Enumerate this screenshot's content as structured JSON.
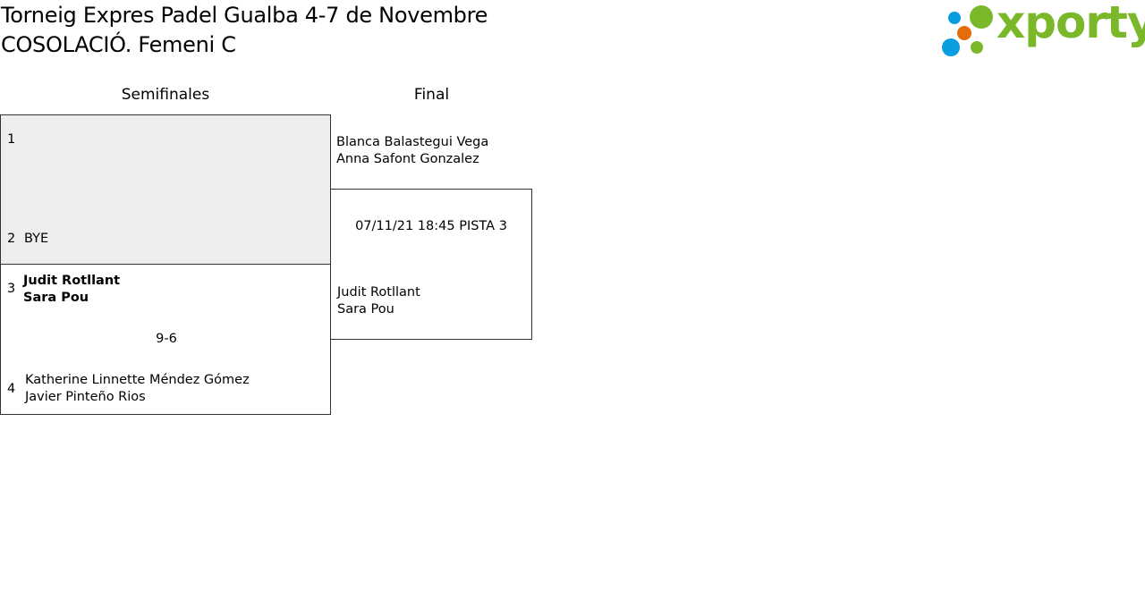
{
  "header": {
    "title": "Torneig Expres Padel Gualba 4-7 de Novembre",
    "subtitle": "COSOLACIÓ. Femeni C",
    "logo_text": "xporty"
  },
  "colors": {
    "logo_green": "#7ab829",
    "logo_blue": "#0a9de0",
    "logo_orange": "#e46c0a",
    "bye_bg": "#eeeeee"
  },
  "rounds": [
    "Semifinales",
    "Final"
  ],
  "semifinals": [
    {
      "seed_a": "1",
      "team_a": [],
      "seed_b": "2",
      "team_b": [
        "BYE"
      ],
      "result": ""
    },
    {
      "seed_a": "3",
      "team_a": [
        "Judit Rotllant",
        "Sara Pou"
      ],
      "seed_b": "4",
      "team_b": [
        "Katherine Linnette Méndez Gómez",
        "Javier Pinteño Rios"
      ],
      "result": "9-6"
    }
  ],
  "final": {
    "team_a": [
      "Blanca Balastegui Vega",
      "Anna Safont Gonzalez"
    ],
    "schedule": "07/11/21 18:45 PISTA 3",
    "team_b": [
      "Judit Rotllant",
      "Sara Pou"
    ]
  }
}
